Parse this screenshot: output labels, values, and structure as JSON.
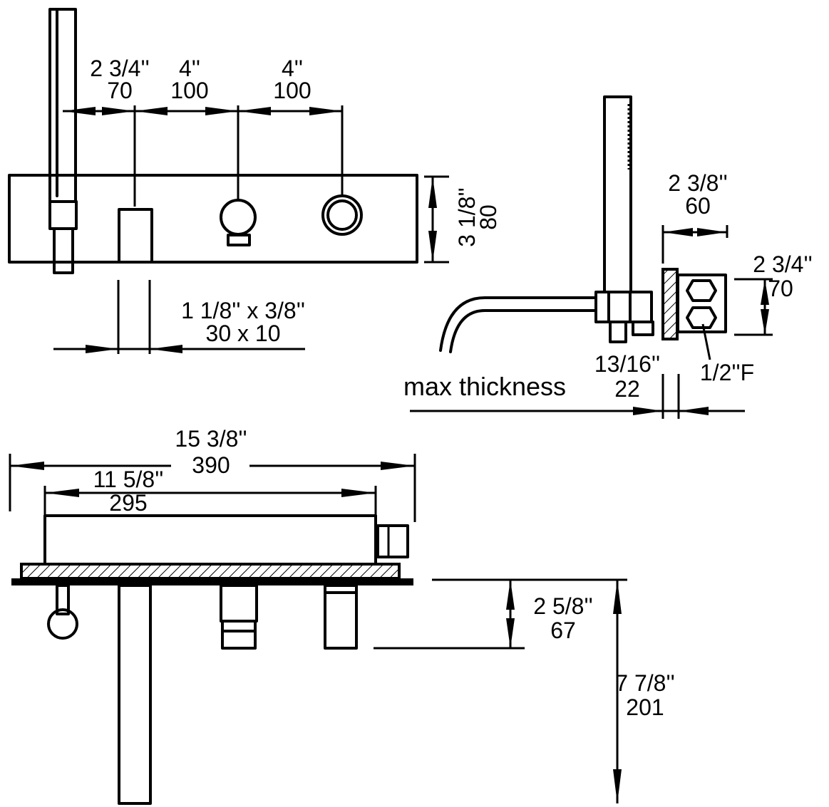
{
  "colors": {
    "line": "#000000",
    "background": "#ffffff"
  },
  "top_view": {
    "dim_handshower_to_spout": {
      "imperial": "2 3/4''",
      "metric": "70"
    },
    "dim_spout_to_valve": {
      "imperial": "4''",
      "metric": "100"
    },
    "dim_valve_to_diverter": {
      "imperial": "4''",
      "metric": "100"
    },
    "dim_height": {
      "imperial": "3 1/8''",
      "metric": "80"
    },
    "dim_spout_opening": {
      "imperial": "1 1/8'' x 3/8''",
      "metric": "30 x 10"
    }
  },
  "side_view": {
    "dim_projection": {
      "imperial": "2 3/8''",
      "metric": "60"
    },
    "dim_box_height": {
      "imperial": "2 3/4''",
      "metric": "70"
    },
    "dim_max_thickness": {
      "imperial": "13/16''",
      "metric": "22"
    },
    "max_thickness_label": "max thickness",
    "connection_label": "1/2''F"
  },
  "front_view": {
    "dim_overall_width": {
      "imperial": "15 3/8''",
      "metric": "390"
    },
    "dim_body_width": {
      "imperial": "11 5/8''",
      "metric": "295"
    },
    "dim_handle_drop": {
      "imperial": "2 5/8''",
      "metric": "67"
    },
    "dim_total_drop": {
      "imperial": "7 7/8''",
      "metric": "201"
    }
  }
}
